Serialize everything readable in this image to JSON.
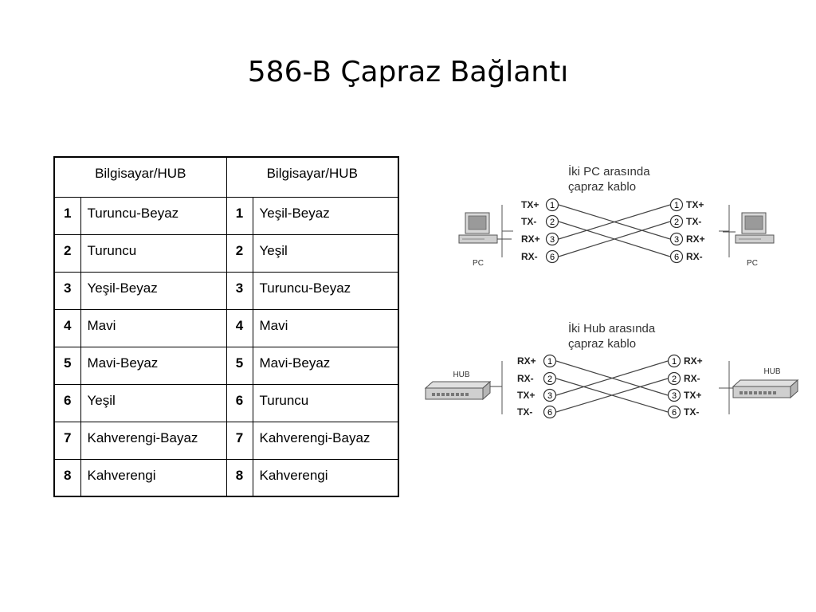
{
  "title": "586-B Çapraz Bağlantı",
  "table": {
    "headers": [
      "Bilgisayar/HUB",
      "Bilgisayar/HUB"
    ],
    "rows": [
      {
        "left_pin": "1",
        "left_color": "Turuncu-Beyaz",
        "right_pin": "1",
        "right_color": "Yeşil-Beyaz"
      },
      {
        "left_pin": "2",
        "left_color": "Turuncu",
        "right_pin": "2",
        "right_color": "Yeşil"
      },
      {
        "left_pin": "3",
        "left_color": "Yeşil-Beyaz",
        "right_pin": "3",
        "right_color": "Turuncu-Beyaz"
      },
      {
        "left_pin": "4",
        "left_color": "Mavi",
        "right_pin": "4",
        "right_color": "Mavi"
      },
      {
        "left_pin": "5",
        "left_color": "Mavi-Beyaz",
        "right_pin": "5",
        "right_color": "Mavi-Beyaz"
      },
      {
        "left_pin": "6",
        "left_color": "Yeşil",
        "right_pin": "6",
        "right_color": "Turuncu"
      },
      {
        "left_pin": "7",
        "left_color": "Kahverengi-Bayaz",
        "right_pin": "7",
        "right_color": "Kahverengi-Bayaz"
      },
      {
        "left_pin": "8",
        "left_color": "Kahverengi",
        "right_pin": "8",
        "right_color": "Kahverengi"
      }
    ]
  },
  "pc_diagram": {
    "caption_line1": "İki PC arasında",
    "caption_line2": "çapraz kablo",
    "left_device": "PC",
    "right_device": "PC",
    "left_signals": [
      "TX+",
      "TX-",
      "RX+",
      "RX-"
    ],
    "right_signals": [
      "TX+",
      "TX-",
      "RX+",
      "RX-"
    ],
    "pins": [
      "1",
      "2",
      "3",
      "6"
    ]
  },
  "hub_diagram": {
    "caption_line1": "İki Hub arasında",
    "caption_line2": "çapraz kablo",
    "left_device": "HUB",
    "right_device": "HUB",
    "left_signals": [
      "RX+",
      "RX-",
      "TX+",
      "TX-"
    ],
    "right_signals": [
      "RX+",
      "RX-",
      "TX+",
      "TX-"
    ],
    "pins": [
      "1",
      "2",
      "3",
      "6"
    ]
  },
  "icons": {
    "pc": "computer-icon",
    "hub": "hub-icon"
  }
}
